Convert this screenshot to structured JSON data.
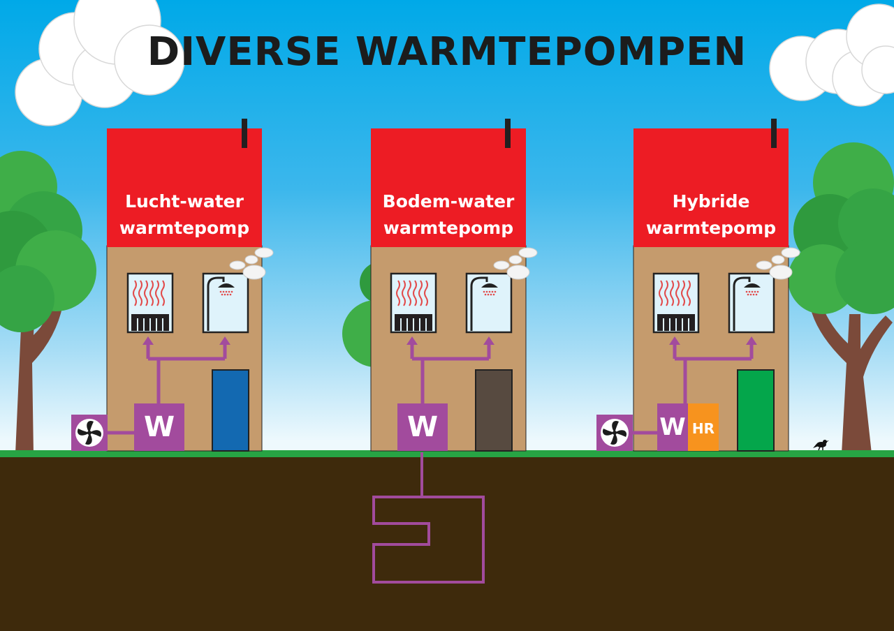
{
  "title": "DIVERSE WARMTEPOMPEN",
  "houses": [
    {
      "line1": "Lucht-water",
      "line2": "warmtepomp",
      "door_color": "#1369b1"
    },
    {
      "line1": "Bodem-water",
      "line2": "warmtepomp",
      "door_color": "#574a40"
    },
    {
      "line1": "Hybride",
      "line2": "warmtepomp",
      "door_color": "#04a64b"
    }
  ],
  "units": {
    "heat_pump": "W",
    "boiler": "HR"
  },
  "colors": {
    "roof": "#ed1c24",
    "wall": "#c59b6d",
    "unit": "#a24b9d",
    "pipe": "#a24b9d",
    "boiler": "#f7931e",
    "ground": "#3e2a0c",
    "grass": "#27a444",
    "radiator_waves": "#e24a4a"
  }
}
